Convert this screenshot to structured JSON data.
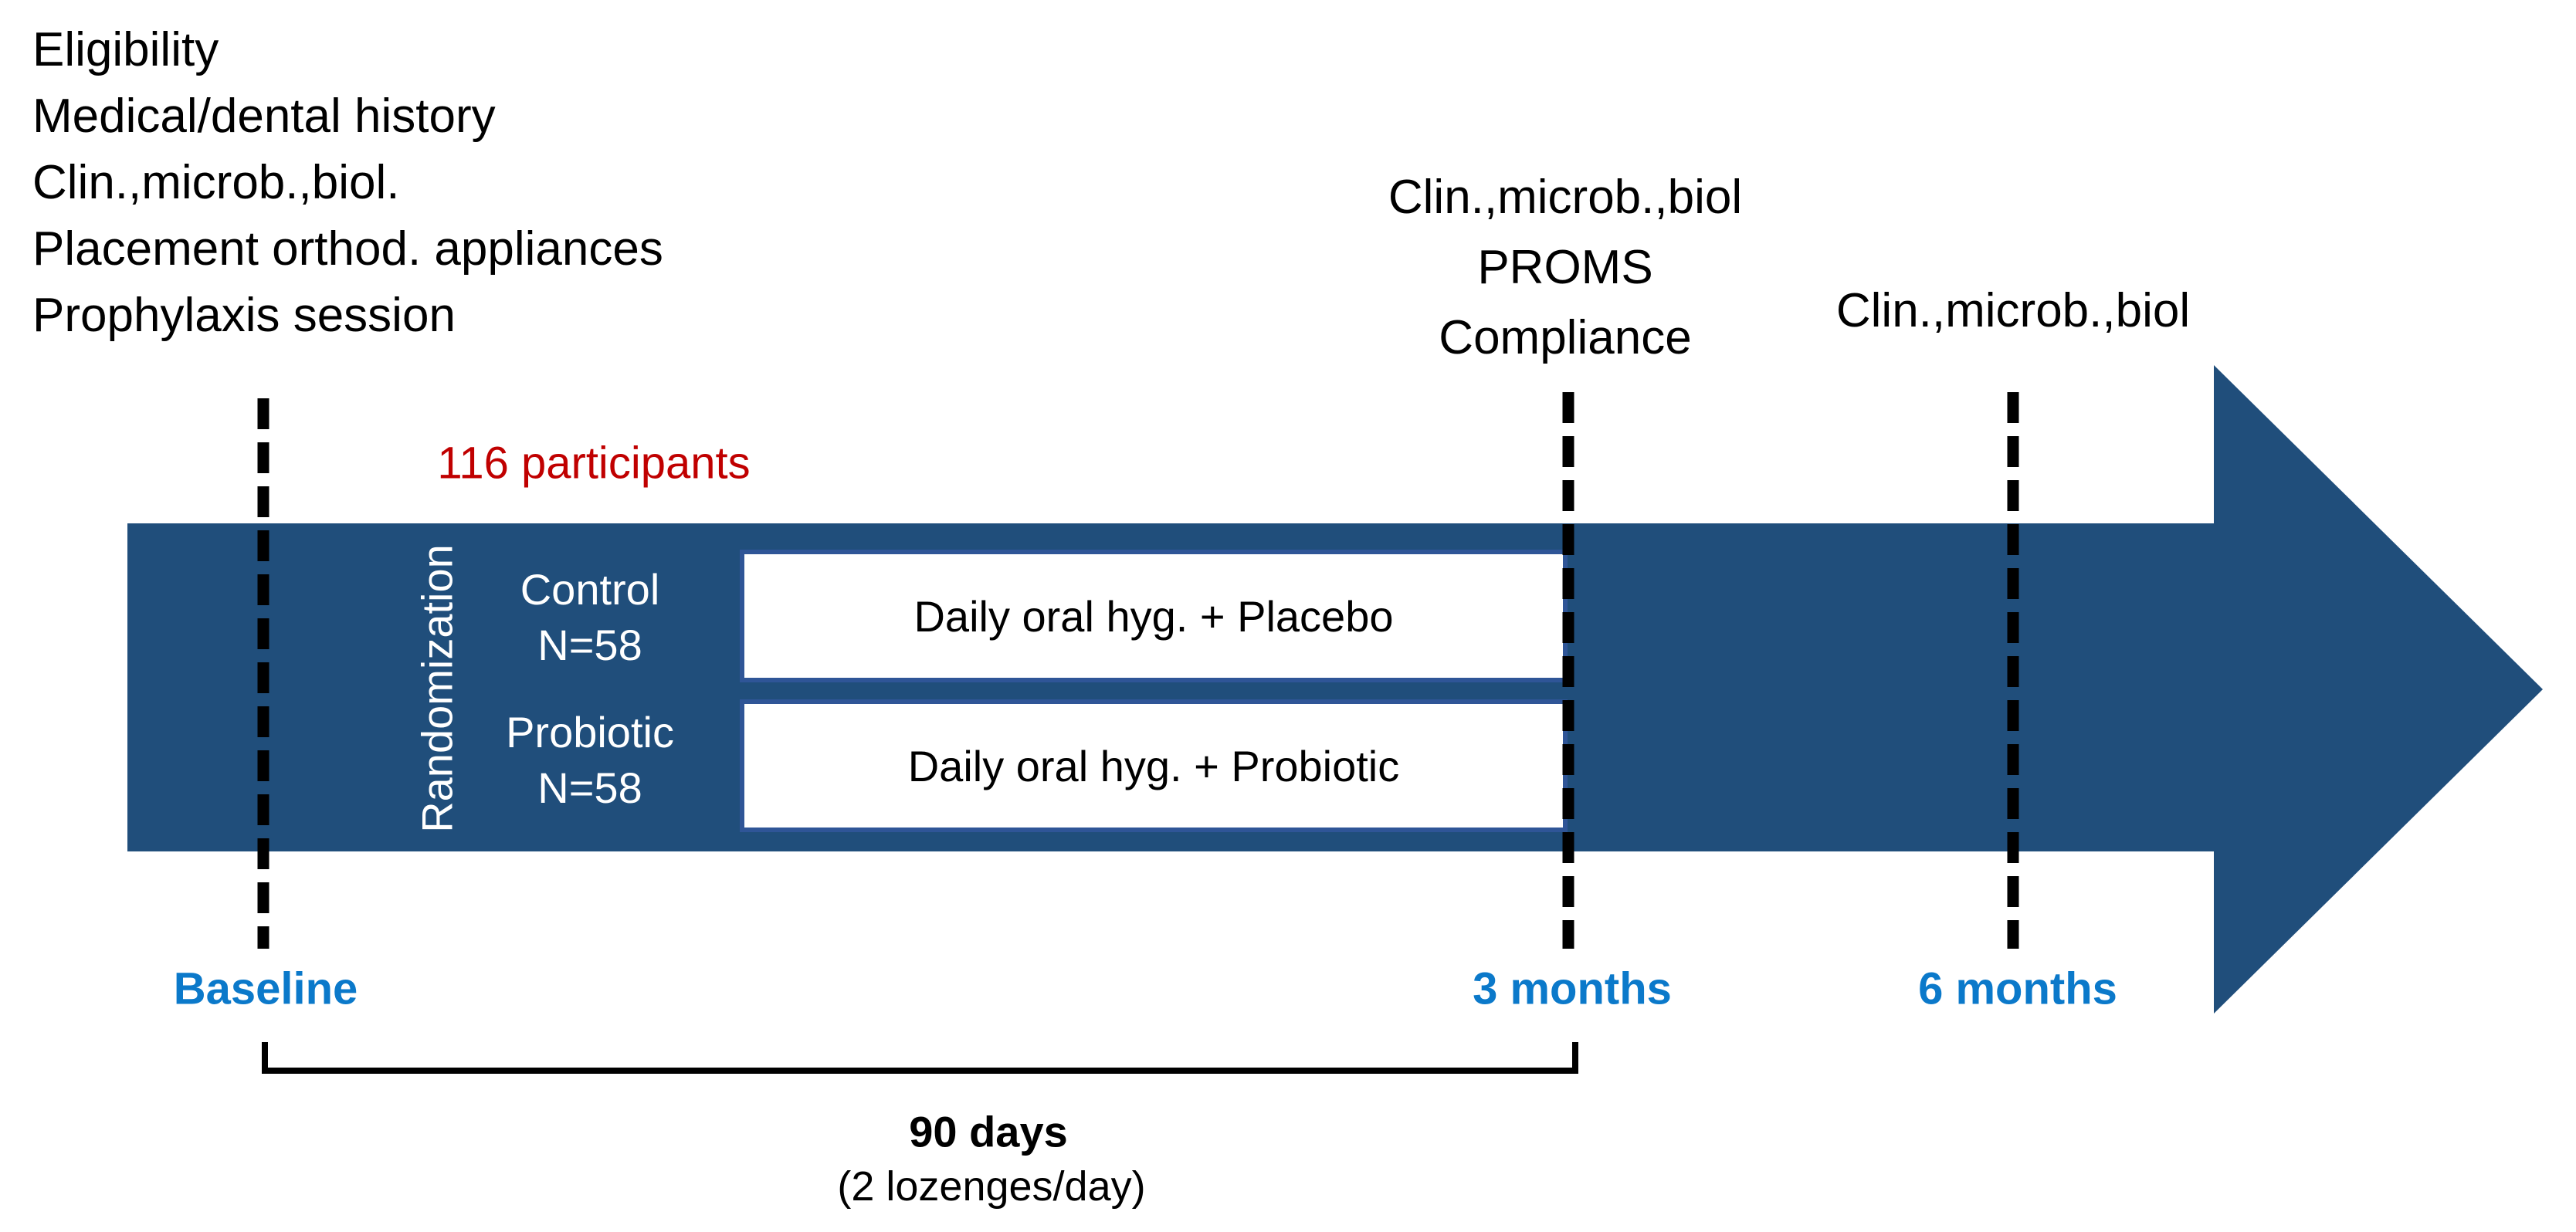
{
  "colors": {
    "arrow_blue": "#204E7B",
    "box_border_blue": "#2F5597",
    "timepoint_blue": "#0B79CA",
    "participants_red": "#C00000"
  },
  "annotations": {
    "baseline_lines": [
      "Eligibility",
      "Medical/dental history",
      "Clin.,microb.,biol.",
      "Placement orthod. appliances",
      "Prophylaxis session"
    ],
    "three_month_lines": [
      "Clin.,microb.,biol",
      "PROMS",
      "Compliance"
    ],
    "six_month_line": "Clin.,microb.,biol"
  },
  "enrollment": {
    "participants_label": "116 participants",
    "randomization_label": "Randomization"
  },
  "arms": [
    {
      "group": "Control",
      "n": "N=58",
      "intervention": "Daily oral hyg. + Placebo"
    },
    {
      "group": "Probiotic",
      "n": "N=58",
      "intervention": "Daily oral hyg. + Probiotic"
    }
  ],
  "timepoints": [
    "Baseline",
    "3 months",
    "6 months"
  ],
  "duration": {
    "label": "90 days",
    "sublabel": "(2 lozenges/day)"
  }
}
